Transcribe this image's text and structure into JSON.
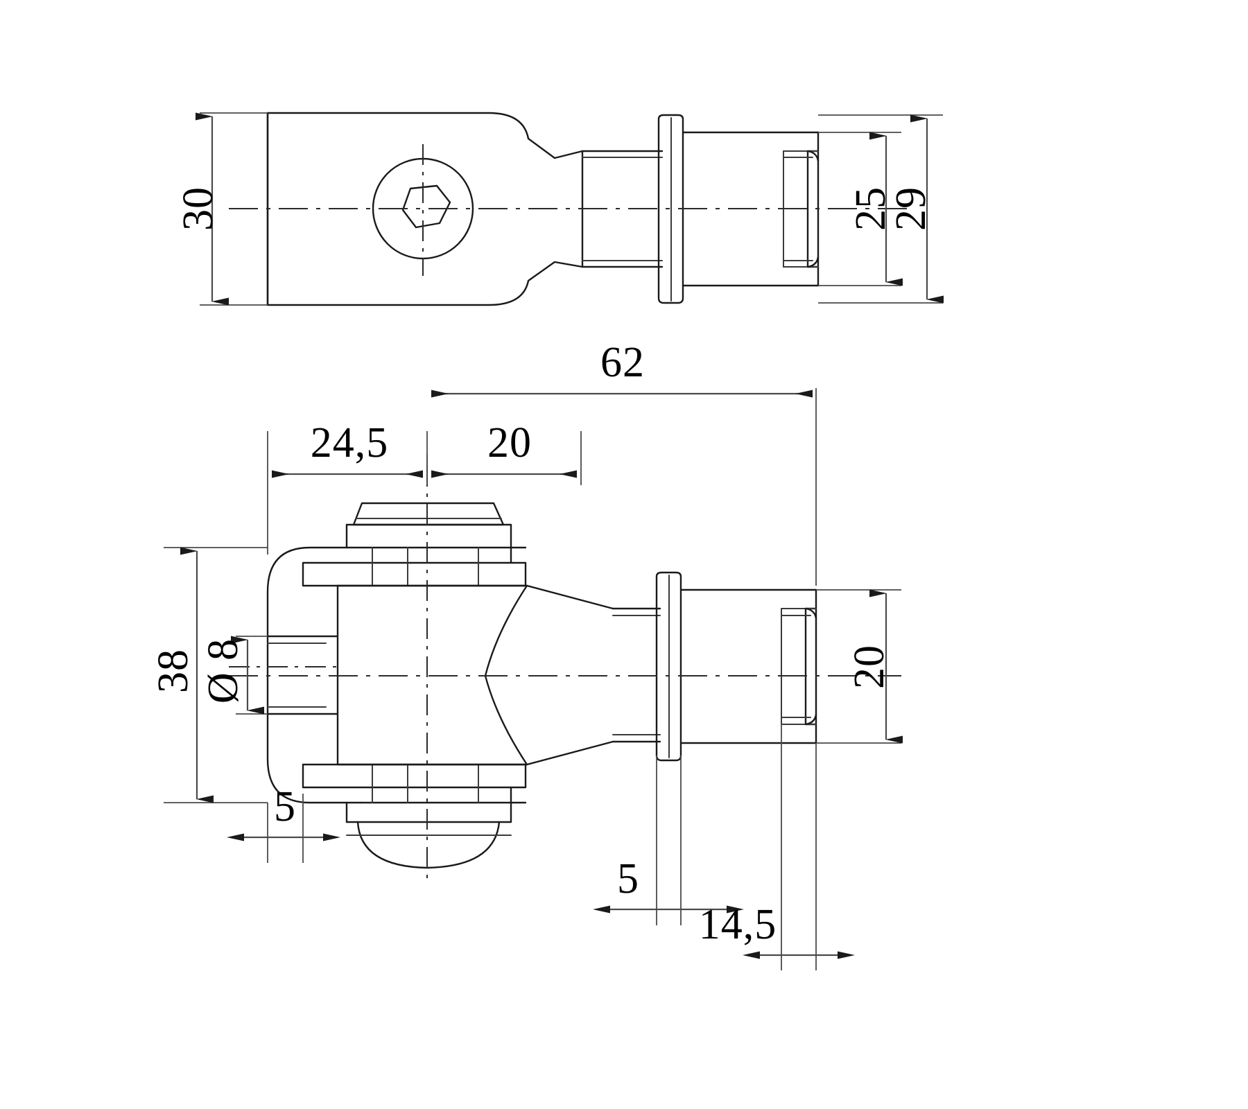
{
  "drawing": {
    "title": "Technical engineering drawing — weld-on gate hinge / adjustable pivot",
    "type": "orthographic-dimensioned-drawing",
    "units": "mm",
    "views": [
      {
        "name": "top-view",
        "label": ""
      },
      {
        "name": "side-view",
        "label": ""
      }
    ],
    "line_color": "#1a1a1a",
    "dimension_color": "#4a4a4a",
    "background": "#ffffff"
  },
  "dimensions": {
    "top_view": {
      "height_left": "30",
      "height_inner_right": "25",
      "height_outer_right": "29"
    },
    "side_view": {
      "overall_length": "62",
      "body_length": "24,5",
      "neck_length": "20",
      "body_height": "38",
      "bore_diameter": "Ø 8",
      "left_offset": "5",
      "collar_thickness": "5",
      "pin_length": "14,5",
      "pin_diameter": "20"
    }
  },
  "labels": [
    {
      "id": "d30",
      "text": "30",
      "view": "top",
      "orientation": "vertical"
    },
    {
      "id": "d25",
      "text": "25",
      "view": "top",
      "orientation": "vertical"
    },
    {
      "id": "d29",
      "text": "29",
      "view": "top",
      "orientation": "vertical"
    },
    {
      "id": "d62",
      "text": "62",
      "view": "side",
      "orientation": "horizontal"
    },
    {
      "id": "d245",
      "text": "24,5",
      "view": "side",
      "orientation": "horizontal"
    },
    {
      "id": "d20a",
      "text": "20",
      "view": "side",
      "orientation": "horizontal"
    },
    {
      "id": "d38",
      "text": "38",
      "view": "side",
      "orientation": "vertical"
    },
    {
      "id": "dd8",
      "text": "Ø 8",
      "view": "side",
      "orientation": "vertical"
    },
    {
      "id": "d5a",
      "text": "5",
      "view": "side",
      "orientation": "horizontal"
    },
    {
      "id": "d5b",
      "text": "5",
      "view": "side",
      "orientation": "horizontal"
    },
    {
      "id": "d145",
      "text": "14,5",
      "view": "side",
      "orientation": "horizontal"
    },
    {
      "id": "d20b",
      "text": "20",
      "view": "side",
      "orientation": "vertical"
    }
  ]
}
